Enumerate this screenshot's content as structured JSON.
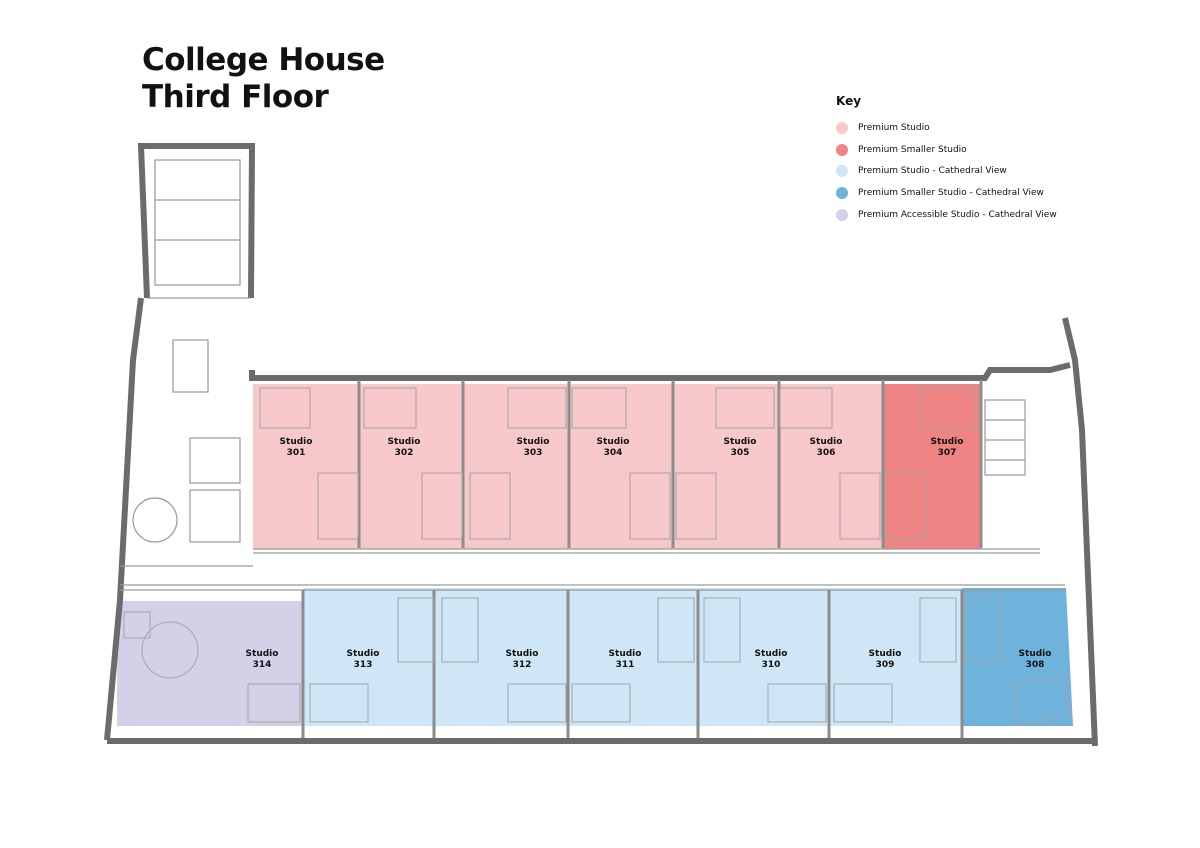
{
  "title": {
    "line1": "College House",
    "line2": "Third Floor"
  },
  "key": {
    "heading": "Key",
    "items": [
      {
        "label": "Premium Studio",
        "color": "#f7c8ca"
      },
      {
        "label": "Premium Smaller Studio",
        "color": "#ee8484"
      },
      {
        "label": "Premium Studio - Cathedral View",
        "color": "#cfe6f6"
      },
      {
        "label": "Premium Smaller Studio - Cathedral View",
        "color": "#6fb3dc"
      },
      {
        "label": "Premium Accessible Studio - Cathedral View",
        "color": "#d5cfe8"
      }
    ]
  },
  "rooms": [
    {
      "word": "Studio",
      "number": "301",
      "type": 0
    },
    {
      "word": "Studio",
      "number": "302",
      "type": 0
    },
    {
      "word": "Studio",
      "number": "303",
      "type": 0
    },
    {
      "word": "Studio",
      "number": "304",
      "type": 0
    },
    {
      "word": "Studio",
      "number": "305",
      "type": 0
    },
    {
      "word": "Studio",
      "number": "306",
      "type": 0
    },
    {
      "word": "Studio",
      "number": "307",
      "type": 1
    },
    {
      "word": "Studio",
      "number": "314",
      "type": 4
    },
    {
      "word": "Studio",
      "number": "313",
      "type": 2
    },
    {
      "word": "Studio",
      "number": "312",
      "type": 2
    },
    {
      "word": "Studio",
      "number": "311",
      "type": 2
    },
    {
      "word": "Studio",
      "number": "310",
      "type": 2
    },
    {
      "word": "Studio",
      "number": "309",
      "type": 2
    },
    {
      "word": "Studio",
      "number": "308",
      "type": 3
    }
  ],
  "colors": {
    "wall": "#6b6b6b",
    "line": "#9a9a9a"
  }
}
